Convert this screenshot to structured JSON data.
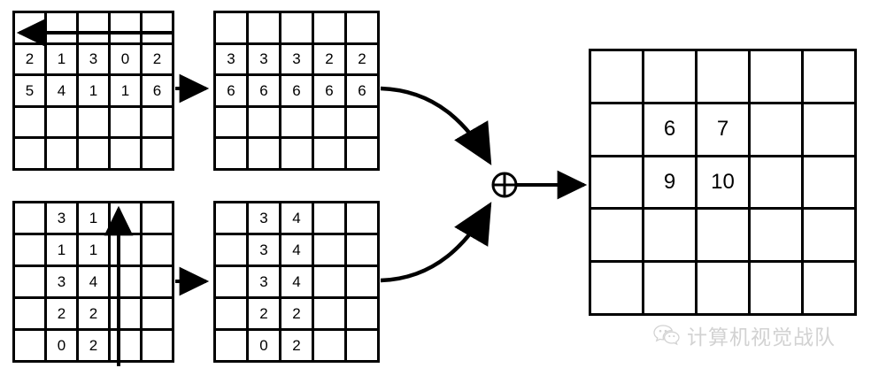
{
  "diagram": {
    "title": "feature-map-addition-diagram",
    "operator_symbol": "⊕",
    "operator_name": "element-wise-add",
    "stroke_color": "#000000",
    "background_color": "#ffffff"
  },
  "grids": {
    "input_top": {
      "name": "input-feature-map-top",
      "rows": 5,
      "cols": 5,
      "cells": [
        [
          "",
          "",
          "",
          "",
          ""
        ],
        [
          "2",
          "1",
          "3",
          "0",
          "2"
        ],
        [
          "5",
          "4",
          "1",
          "1",
          "6"
        ],
        [
          "",
          "",
          "",
          "",
          ""
        ],
        [
          "",
          "",
          "",
          "",
          ""
        ]
      ],
      "scan_arrow": "horizontal-left"
    },
    "mid_top": {
      "name": "broadcast-map-top",
      "rows": 5,
      "cols": 5,
      "cells": [
        [
          "",
          "",
          "",
          "",
          ""
        ],
        [
          "3",
          "3",
          "3",
          "2",
          "2"
        ],
        [
          "6",
          "6",
          "6",
          "6",
          "6"
        ],
        [
          "",
          "",
          "",
          "",
          ""
        ],
        [
          "",
          "",
          "",
          "",
          ""
        ]
      ]
    },
    "input_bottom": {
      "name": "input-feature-map-bottom",
      "rows": 5,
      "cols": 5,
      "cells": [
        [
          "",
          "3",
          "1",
          "",
          ""
        ],
        [
          "",
          "1",
          "1",
          "",
          ""
        ],
        [
          "",
          "3",
          "4",
          "",
          ""
        ],
        [
          "",
          "2",
          "2",
          "",
          ""
        ],
        [
          "",
          "0",
          "2",
          "",
          ""
        ]
      ],
      "scan_arrow": "vertical-up"
    },
    "mid_bottom": {
      "name": "broadcast-map-bottom",
      "rows": 5,
      "cols": 5,
      "cells": [
        [
          "",
          "3",
          "4",
          "",
          ""
        ],
        [
          "",
          "3",
          "4",
          "",
          ""
        ],
        [
          "",
          "3",
          "4",
          "",
          ""
        ],
        [
          "",
          "2",
          "2",
          "",
          ""
        ],
        [
          "",
          "0",
          "2",
          "",
          ""
        ]
      ]
    },
    "output": {
      "name": "output-feature-map",
      "rows": 5,
      "cols": 5,
      "cells": [
        [
          "",
          "",
          "",
          "",
          ""
        ],
        [
          "",
          "6",
          "7",
          "",
          ""
        ],
        [
          "",
          "9",
          "10",
          "",
          ""
        ],
        [
          "",
          "",
          "",
          "",
          ""
        ],
        [
          "",
          "",
          "",
          "",
          ""
        ]
      ]
    }
  },
  "watermark": {
    "text": "计算机视觉战队",
    "logo_name": "wechat-logo",
    "color": "#d2d2d2"
  }
}
